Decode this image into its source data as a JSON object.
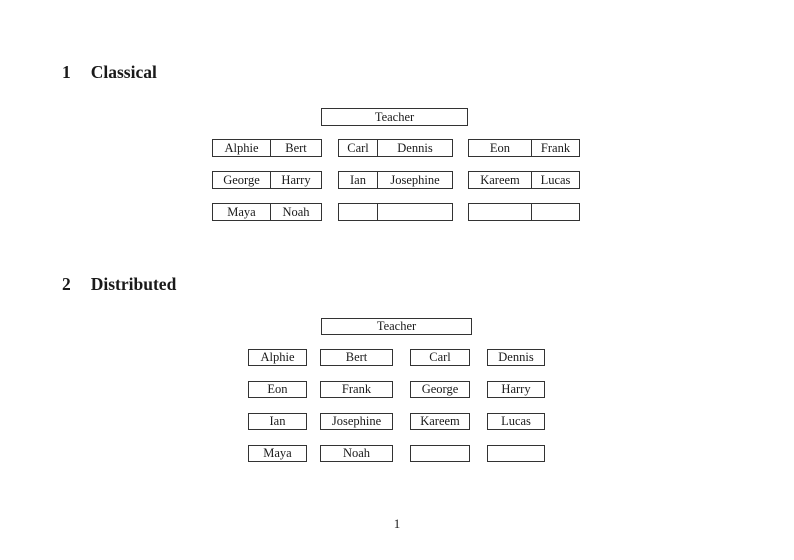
{
  "page": {
    "number": "1"
  },
  "sections": [
    {
      "number": "1",
      "title": "Classical",
      "teacher_label": "Teacher",
      "rows": [
        {
          "desks": [
            {
              "seats": [
                "Alphie",
                "Bert"
              ]
            },
            {
              "seats": [
                "Carl",
                "Dennis"
              ]
            },
            {
              "seats": [
                "Eon",
                "Frank"
              ]
            }
          ]
        },
        {
          "desks": [
            {
              "seats": [
                "George",
                "Harry"
              ]
            },
            {
              "seats": [
                "Ian",
                "Josephine"
              ]
            },
            {
              "seats": [
                "Kareem",
                "Lucas"
              ]
            }
          ]
        },
        {
          "desks": [
            {
              "seats": [
                "Maya",
                "Noah"
              ]
            },
            {
              "seats": [
                "",
                ""
              ]
            },
            {
              "seats": [
                "",
                ""
              ]
            }
          ]
        }
      ]
    },
    {
      "number": "2",
      "title": "Distributed",
      "teacher_label": "Teacher",
      "rows": [
        {
          "seats": [
            "Alphie",
            "Bert",
            "Carl",
            "Dennis"
          ]
        },
        {
          "seats": [
            "Eon",
            "Frank",
            "George",
            "Harry"
          ]
        },
        {
          "seats": [
            "Ian",
            "Josephine",
            "Kareem",
            "Lucas"
          ]
        },
        {
          "seats": [
            "Maya",
            "Noah",
            "",
            ""
          ]
        }
      ]
    }
  ]
}
